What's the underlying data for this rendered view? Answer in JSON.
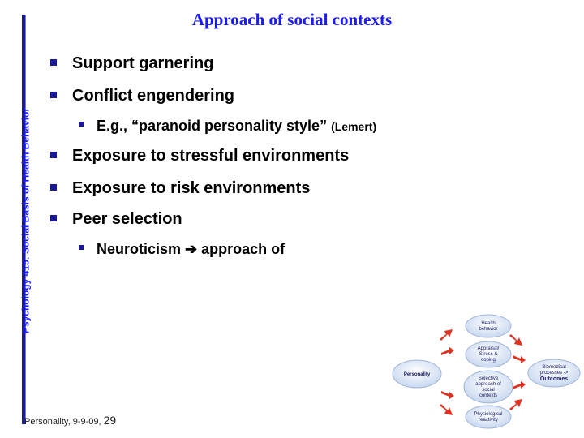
{
  "title": "Approach of social contexts",
  "side_label": "Psychology 415: Social Basis of Health Behavior",
  "bullets": [
    {
      "text": "Support garnering"
    },
    {
      "text": "Conflict engendering"
    },
    {
      "text": "Exposure to stressful environments"
    },
    {
      "text": "Exposure to risk environments"
    },
    {
      "text": "Peer selection"
    }
  ],
  "sub_bullets": {
    "conflict": {
      "main": "E.g., “paranoid personality style”",
      "suffix": "(Lemert)"
    },
    "peer": {
      "main": "Neuroticism",
      "arrow": "➔",
      "rest": "approach of"
    }
  },
  "footer": {
    "text": "Personality, 9-9-09,",
    "page": "29"
  },
  "diagram": {
    "personality": "Personality",
    "health_behavior": [
      "Health",
      "behavior"
    ],
    "appraisal": [
      "Appraisal/",
      "Stress &",
      "coping"
    ],
    "selective": [
      "Selective",
      "approach of",
      "social",
      "contexts"
    ],
    "physiological": [
      "Physiological",
      "reactivity"
    ],
    "outcomes": [
      "Biomedical",
      "processes ->",
      "Outcomes"
    ]
  },
  "colors": {
    "accent": "#1a1aff",
    "bar": "#1a1a99",
    "arrow": "#e03020"
  }
}
